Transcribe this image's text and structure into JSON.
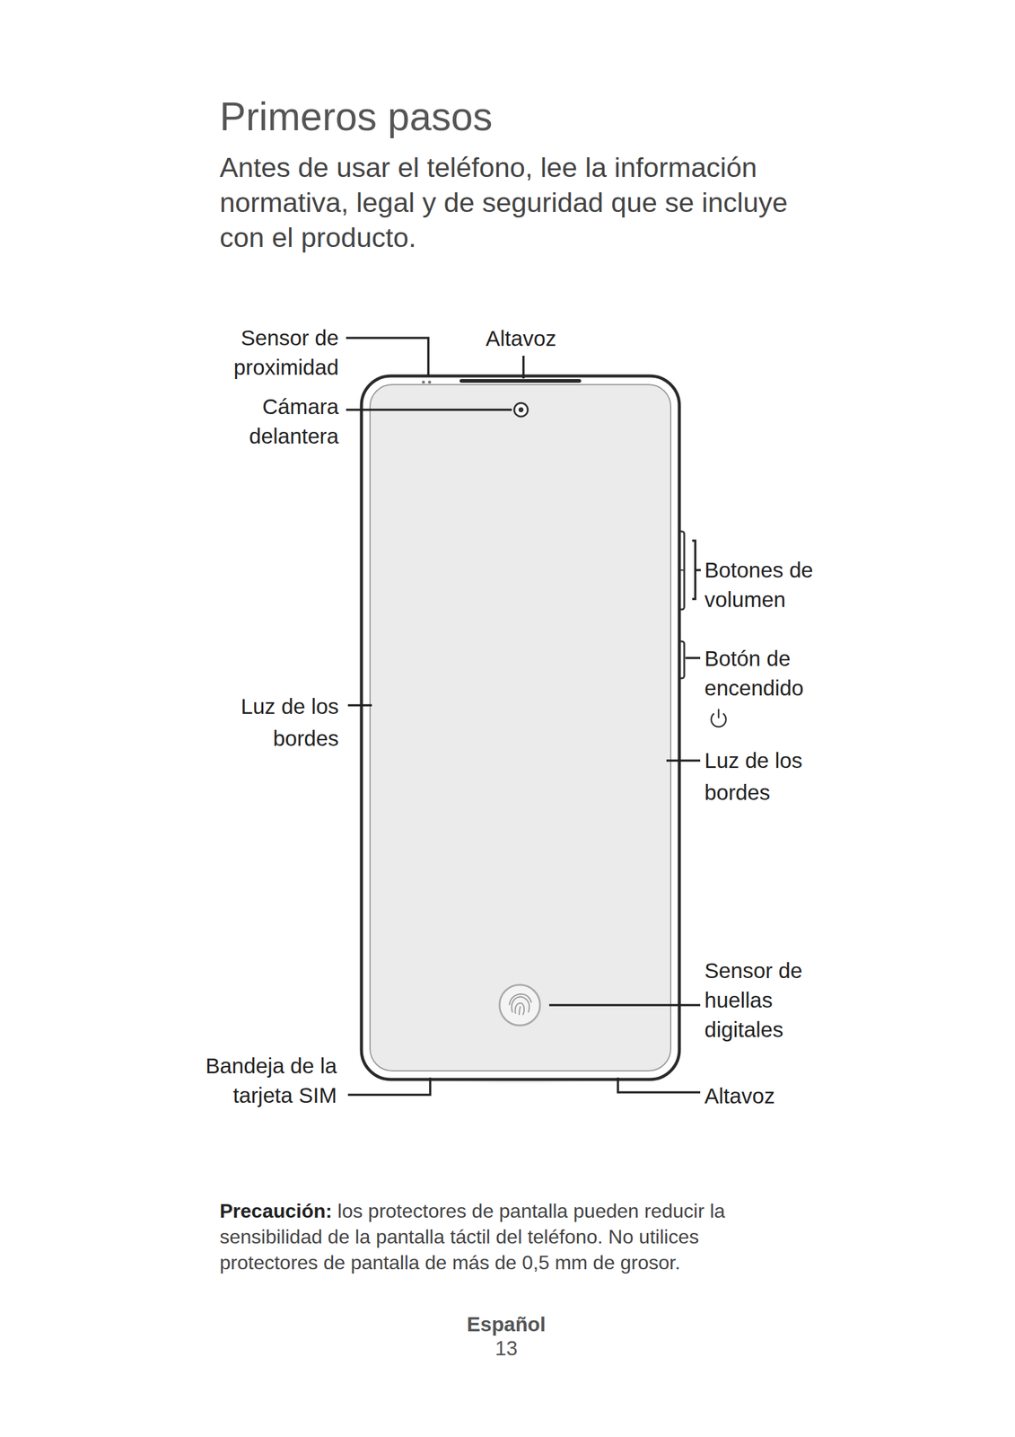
{
  "diagram": {
    "title": "Primeros pasos",
    "labels": [
      "Antes de usar el teléfono, lee la información normativa, legal y de seguridad que se incluye con el producto.",
      "Sensor de proximidad",
      "Altavoz",
      "Cámara delantera",
      "Botones de volumen",
      "Botón de encendido",
      "Luz de los bordes",
      "Luz de los bordes",
      "Sensor de huellas digitales",
      "Bandeja de la tarjeta SIM",
      "Altavoz",
      "Precaución:",
      "los protectores de pantalla pueden reducir la sensibilidad de la pantalla táctil del teléfono. No utilices protectores de pantalla de más de 0,5 mm de grosor.",
      "Español",
      "13"
    ]
  }
}
